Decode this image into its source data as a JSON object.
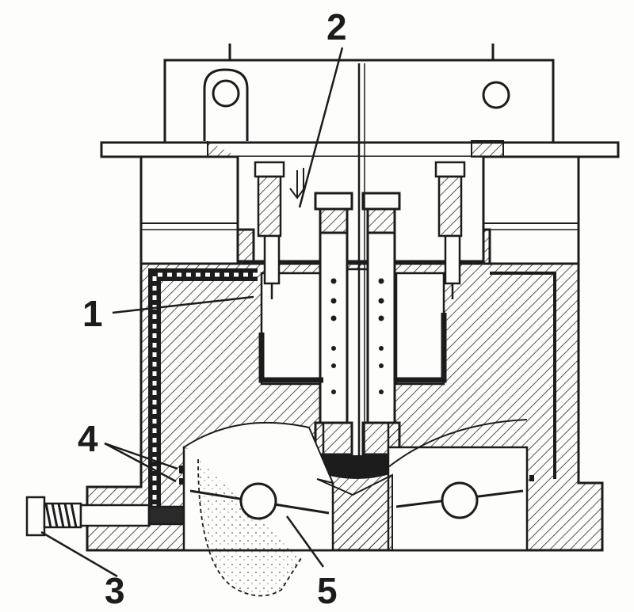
{
  "diagram": {
    "callouts": [
      {
        "id": "1",
        "label": "1"
      },
      {
        "id": "2",
        "label": "2"
      },
      {
        "id": "3",
        "label": "3"
      },
      {
        "id": "4",
        "label": "4"
      },
      {
        "id": "5",
        "label": "5"
      }
    ],
    "colors": {
      "ink": "#1c1c1c",
      "paper": "#fdfdfb",
      "hatch": "#2a2a2a",
      "channel": "#ffffff"
    }
  }
}
